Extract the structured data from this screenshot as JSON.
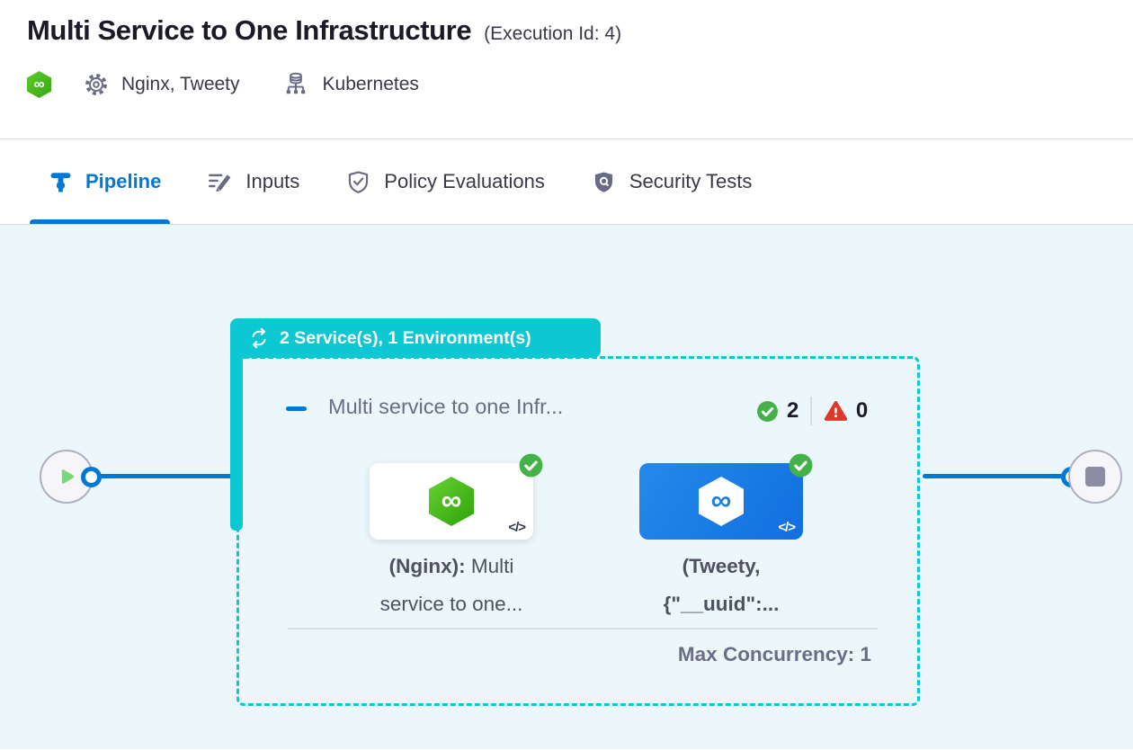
{
  "header": {
    "title": "Multi Service to One Infrastructure",
    "execution_id": "(Execution Id: 4)",
    "services": "Nginx, Tweety",
    "infrastructure": "Kubernetes"
  },
  "tabs": {
    "pipeline": "Pipeline",
    "inputs": "Inputs",
    "policy_evaluations": "Policy Evaluations",
    "security_tests": "Security Tests"
  },
  "canvas": {
    "stage_badge": "2 Service(s), 1 Environment(s)",
    "stage": {
      "title": "Multi service to one Infr...",
      "success_count": "2",
      "failure_count": "0",
      "max_concurrency": "Max Concurrency: 1",
      "services": [
        {
          "line1_bold": "(Nginx):",
          "line1_rest": " Multi",
          "line2": "service to one..."
        },
        {
          "line1_bold": "(Tweety,",
          "line1_rest": "",
          "line2": "{\"__uuid\":..."
        }
      ]
    }
  },
  "icons": {
    "harness_logo_glyph": "∞",
    "code_glyph": "</>"
  },
  "colors": {
    "accent_blue": "#0278D5",
    "stage_teal": "#0BC8D2",
    "canvas_bg": "#EBF7FB",
    "success_green": "#45B249",
    "error_red": "#E3362B",
    "card_blue": "#1B7AE4",
    "logo_green": "#47C220"
  }
}
